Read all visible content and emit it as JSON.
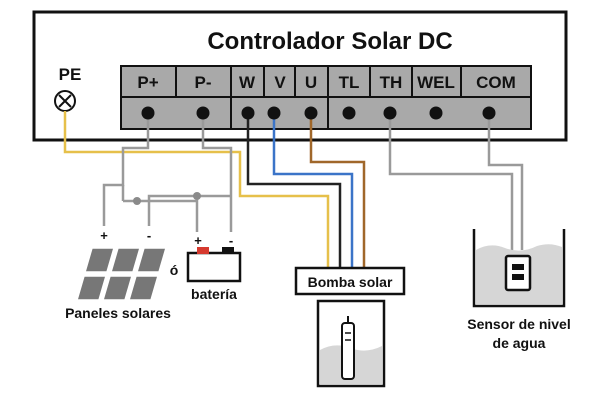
{
  "controller": {
    "title": "Controlador Solar DC",
    "pe_label": "PE",
    "terminals": [
      "P+",
      "P-",
      "W",
      "V",
      "U",
      "TL",
      "TH",
      "WEL",
      "COM"
    ]
  },
  "solar_panels": {
    "label": "Paneles solares",
    "plus": "+",
    "minus": "-"
  },
  "or_word": "ó",
  "battery": {
    "label": "batería",
    "plus": "+",
    "minus": "-"
  },
  "pump": {
    "label": "Bomba solar"
  },
  "sensor": {
    "label_line1": "Sensor de nivel",
    "label_line2": "de agua"
  },
  "colors": {
    "pe_wire": "#e6c04a",
    "w_wire": "#222222",
    "v_wire": "#3b74c8",
    "u_wire": "#a0672a",
    "gray_wire": "#9a9a9a",
    "terminal_block": "#a9a9a9",
    "water": "#d6d6d6",
    "battery_plus": "#d63a2f"
  }
}
